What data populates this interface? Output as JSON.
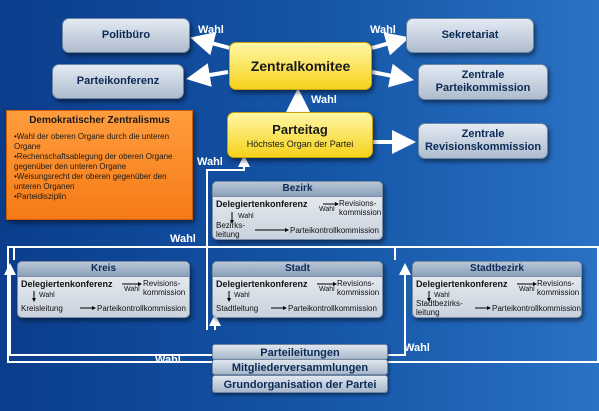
{
  "nodes": {
    "politbuero": "Politbüro",
    "sekretariat": "Sekretariat",
    "parteikonferenz": "Parteikonferenz",
    "zentralkomitee": "Zentralkomitee",
    "zpk": "Zentrale Parteikommission",
    "parteitag_title": "Parteitag",
    "parteitag_sub": "Höchstes Organ der Partei",
    "zrk": "Zentrale Revisionskommission"
  },
  "wahl": "Wahl",
  "demokratischer_zentralismus": {
    "title": "Demokratischer Zentralismus",
    "points": [
      "•Wahl der oberen Organe durch die unteren Organe",
      "•Rechenschaftsablegung der oberen Organe gegenüber den unteren Organe",
      "•Weisungsrecht der oberen gegenüber den unteren Organen",
      "•Parteidisziplin"
    ]
  },
  "panels": {
    "bezirk": {
      "title": "Bezirk",
      "konferenz": "Delegiertenkonferenz",
      "wahl_small": "Wahl",
      "revision": "Revisions-kommission",
      "leitung": "Bezirks-leitung",
      "kontroll": "Parteikontrollkommission"
    },
    "kreis": {
      "title": "Kreis",
      "konferenz": "Delegiertenkonferenz",
      "wahl_small": "Wahl",
      "revision": "Revisions-kommission",
      "leitung": "Kreisleitung",
      "kontroll": "Parteikontrollkommission"
    },
    "stadt": {
      "title": "Stadt",
      "konferenz": "Delegiertenkonferenz",
      "wahl_small": "Wahl",
      "revision": "Revisions-kommission",
      "leitung": "Stadtleitung",
      "kontroll": "Parteikontrollkommission"
    },
    "stadtbezirk": {
      "title": "Stadtbezirk",
      "konferenz": "Delegiertenkonferenz",
      "wahl_small": "Wahl",
      "revision": "Revisions-kommission",
      "leitung": "Stadtbezirks-leitung",
      "kontroll": "Parteikontrollkommission"
    }
  },
  "basis": {
    "parteileitungen": "Parteileitungen",
    "mitgliederversammlungen": "Mitgliederversammlungen",
    "grundorganisation": "Grundorganisation der Partei"
  }
}
